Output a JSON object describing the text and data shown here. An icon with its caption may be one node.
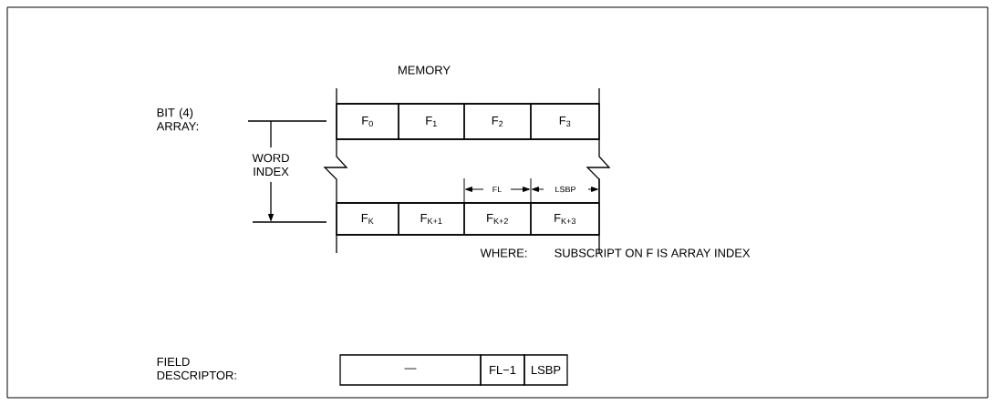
{
  "diagram": {
    "nodes": [
      {
        "text": [
          "F$_{0}$"
        ]
      },
      {
        "text": [
          "F$_{1}$"
        ]
      },
      {
        "text": [
          "F$_{2}$"
        ]
      },
      {
        "text": [
          "F$_{3}$"
        ]
      },
      {
        "text": [
          "F$_{K}$"
        ]
      },
      {
        "text": [
          "F$_{K+1}$"
        ]
      },
      {
        "text": [
          "F$_{K+2}$"
        ]
      },
      {
        "text": [
          "F$_{K+3}$"
        ]
      },
      {
        "text": [
          "—"
        ]
      },
      {
        "text": [
          "FL−1"
        ]
      },
      {
        "text": [
          "LSBP"
        ]
      }
    ],
    "labels": [
      "MEMORY",
      "BIT (4) ARRAY:",
      "WORD INDEX",
      "FL",
      "LSBP",
      "WHERE:",
      "SUBSCRIPT ON F IS ARRAY INDEX",
      "FIELD DESCRIPTOR:"
    ]
  }
}
